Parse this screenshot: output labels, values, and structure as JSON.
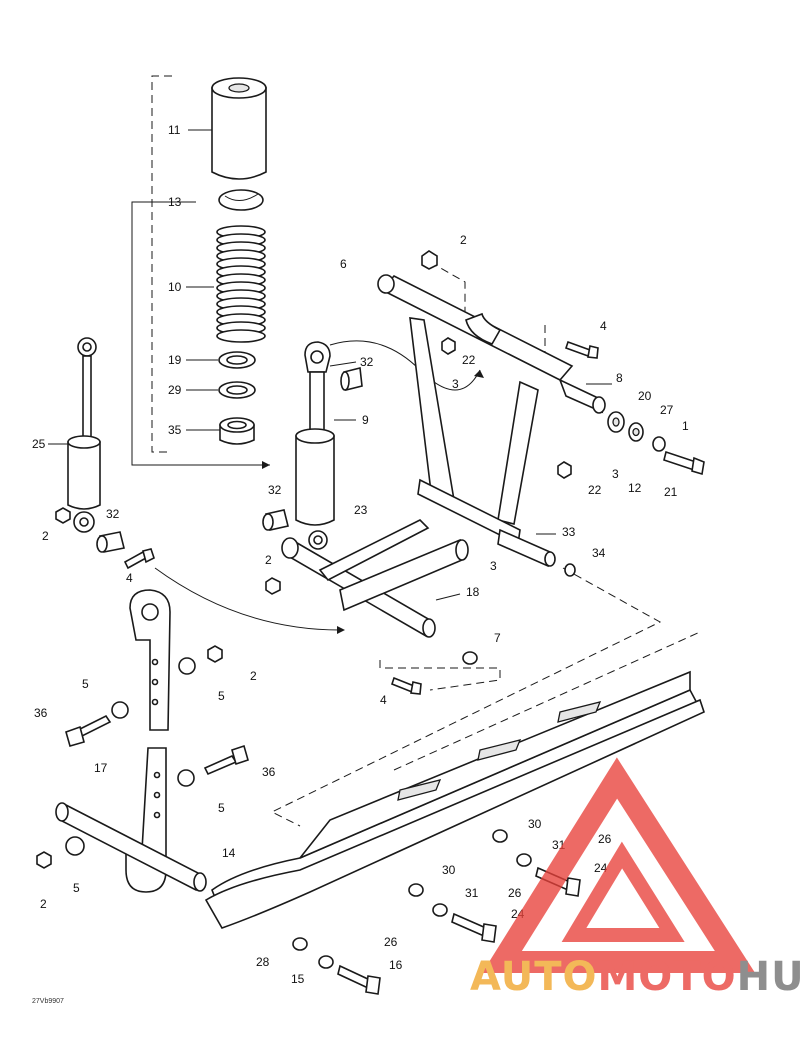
{
  "diagram_code": "27Vb9907",
  "callouts": [
    {
      "id": "c11",
      "text": "11"
    },
    {
      "id": "c13",
      "text": "13"
    },
    {
      "id": "c10",
      "text": "10"
    },
    {
      "id": "c19",
      "text": "19"
    },
    {
      "id": "c29",
      "text": "29"
    },
    {
      "id": "c35",
      "text": "35"
    },
    {
      "id": "c25",
      "text": "25"
    },
    {
      "id": "c2a",
      "text": "2"
    },
    {
      "id": "c32a",
      "text": "32"
    },
    {
      "id": "c4a",
      "text": "4"
    },
    {
      "id": "c32b",
      "text": "32"
    },
    {
      "id": "c9",
      "text": "9"
    },
    {
      "id": "c32c",
      "text": "32"
    },
    {
      "id": "c2b",
      "text": "2"
    },
    {
      "id": "c23",
      "text": "23"
    },
    {
      "id": "c6",
      "text": "6"
    },
    {
      "id": "c2c",
      "text": "2"
    },
    {
      "id": "c4b",
      "text": "4"
    },
    {
      "id": "c22a",
      "text": "22"
    },
    {
      "id": "c3a",
      "text": "3"
    },
    {
      "id": "c8",
      "text": "8"
    },
    {
      "id": "c20",
      "text": "20"
    },
    {
      "id": "c27",
      "text": "27"
    },
    {
      "id": "c1",
      "text": "1"
    },
    {
      "id": "c3b",
      "text": "3"
    },
    {
      "id": "c22b",
      "text": "22"
    },
    {
      "id": "c12",
      "text": "12"
    },
    {
      "id": "c21",
      "text": "21"
    },
    {
      "id": "c33",
      "text": "33"
    },
    {
      "id": "c34",
      "text": "34"
    },
    {
      "id": "c3c",
      "text": "3"
    },
    {
      "id": "c18",
      "text": "18"
    },
    {
      "id": "c7",
      "text": "7"
    },
    {
      "id": "c4c",
      "text": "4"
    },
    {
      "id": "c2d",
      "text": "2"
    },
    {
      "id": "c5a",
      "text": "5"
    },
    {
      "id": "c5b",
      "text": "5"
    },
    {
      "id": "c36a",
      "text": "36"
    },
    {
      "id": "c17",
      "text": "17"
    },
    {
      "id": "c36b",
      "text": "36"
    },
    {
      "id": "c5c",
      "text": "5"
    },
    {
      "id": "c14",
      "text": "14"
    },
    {
      "id": "c5d",
      "text": "5"
    },
    {
      "id": "c2e",
      "text": "2"
    },
    {
      "id": "c30a",
      "text": "30"
    },
    {
      "id": "c26a",
      "text": "26"
    },
    {
      "id": "c31a",
      "text": "31"
    },
    {
      "id": "c24a",
      "text": "24"
    },
    {
      "id": "c30b",
      "text": "30"
    },
    {
      "id": "c31b",
      "text": "31"
    },
    {
      "id": "c26b",
      "text": "26"
    },
    {
      "id": "c24b",
      "text": "24"
    },
    {
      "id": "c28",
      "text": "28"
    },
    {
      "id": "c26c",
      "text": "26"
    },
    {
      "id": "c15",
      "text": "15"
    },
    {
      "id": "c16",
      "text": "16"
    }
  ],
  "watermark": {
    "word_part1": "AUTO",
    "word_part2": "MOTO",
    "word_part3": "HUB",
    "color_primary": "#e8413a",
    "color_secondary": "#f0a52a",
    "color_dark": "#6f6f6f"
  }
}
